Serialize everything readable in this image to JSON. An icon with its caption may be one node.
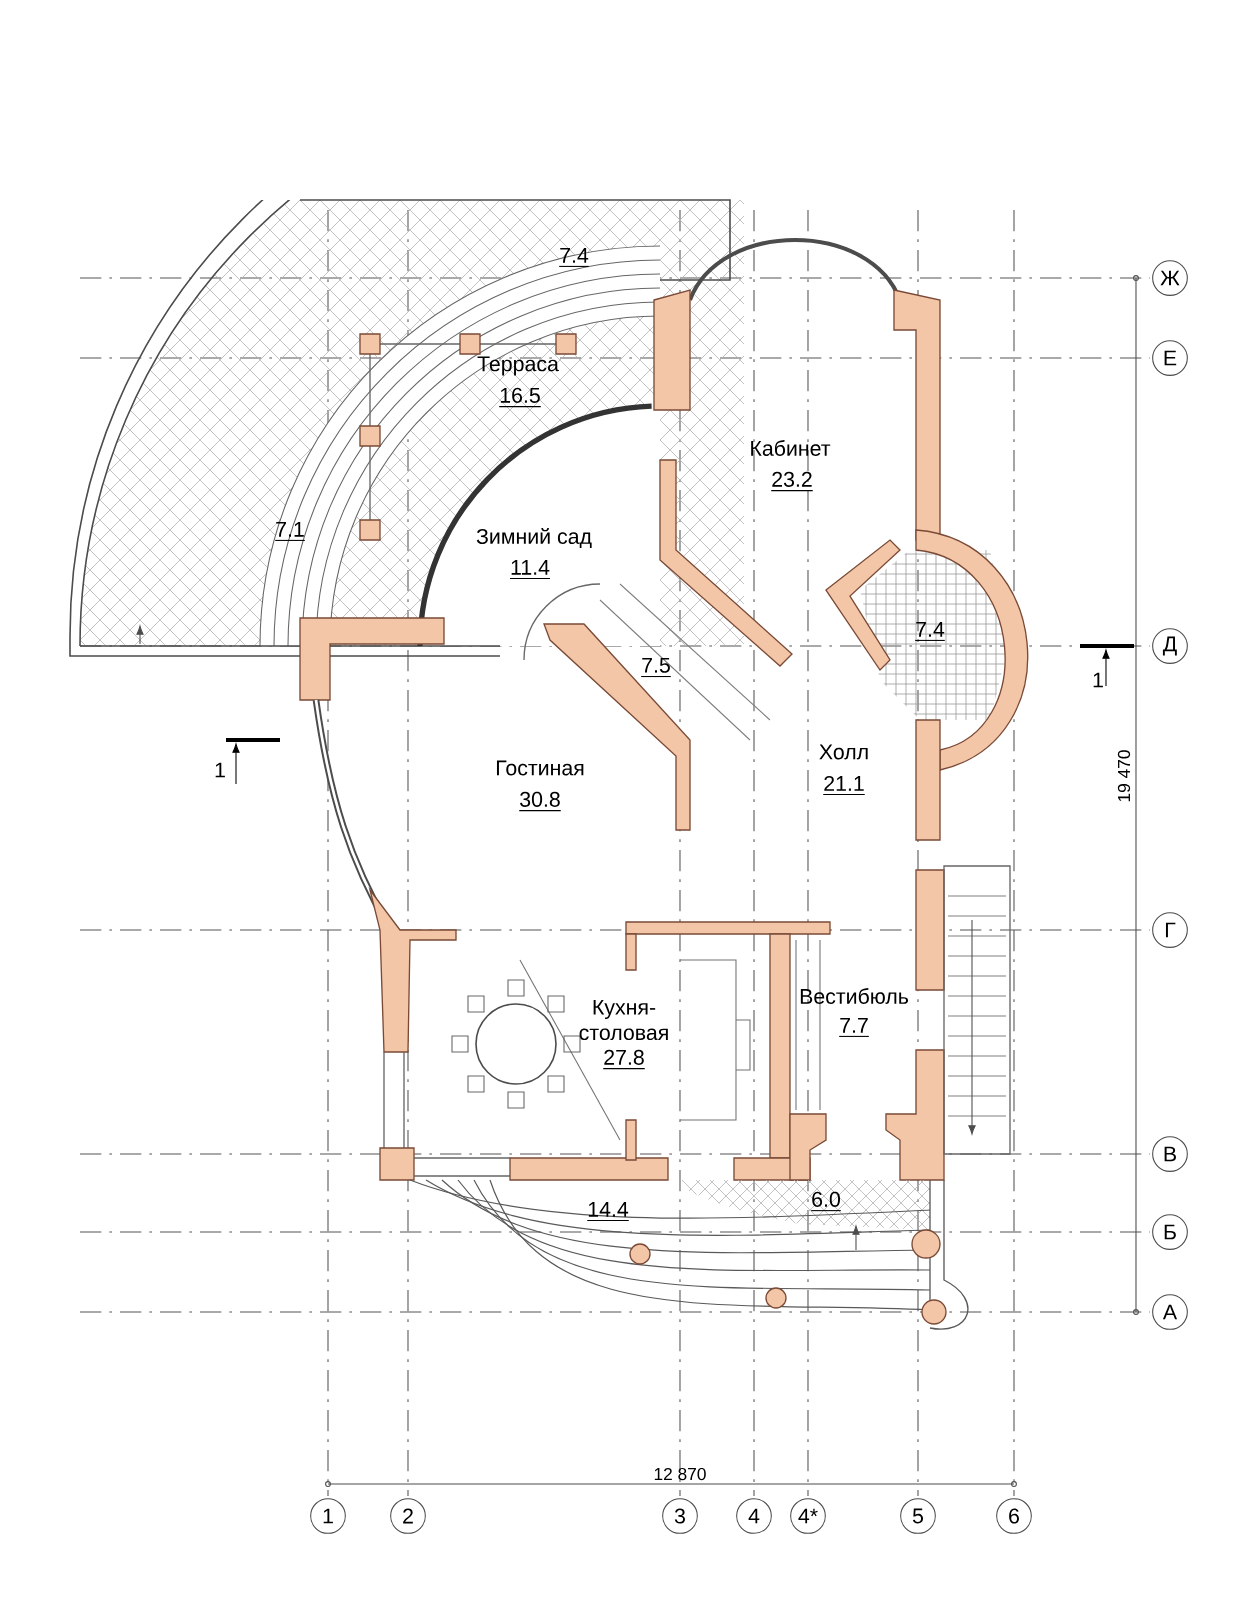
{
  "diagram": {
    "nodes": [
      {
        "text": [
          "Ж"
        ]
      },
      {
        "text": [
          "Е"
        ]
      },
      {
        "text": [
          "Д"
        ]
      },
      {
        "text": [
          "Г"
        ]
      },
      {
        "text": [
          "В"
        ]
      },
      {
        "text": [
          "Б"
        ]
      },
      {
        "text": [
          "А"
        ]
      },
      {
        "text": [
          "1"
        ]
      },
      {
        "text": [
          "2"
        ]
      },
      {
        "text": [
          "3"
        ]
      },
      {
        "text": [
          "4"
        ]
      },
      {
        "text": [
          "4*"
        ]
      },
      {
        "text": [
          "5"
        ]
      },
      {
        "text": [
          "6"
        ]
      }
    ],
    "labels": [
      "7.4",
      "Терраса",
      "16.5",
      "Кабинет",
      "23.2",
      "7.1",
      "Зимний сад",
      "11.4",
      "7.4",
      "1",
      "7.5",
      "1",
      "Гостиная",
      "30.8",
      "Холл",
      "21.1",
      "19 470",
      "Вестибюль",
      "7.7",
      "Кухня-столовая",
      "27.8",
      "6.0",
      "14.4",
      "12 870"
    ]
  }
}
